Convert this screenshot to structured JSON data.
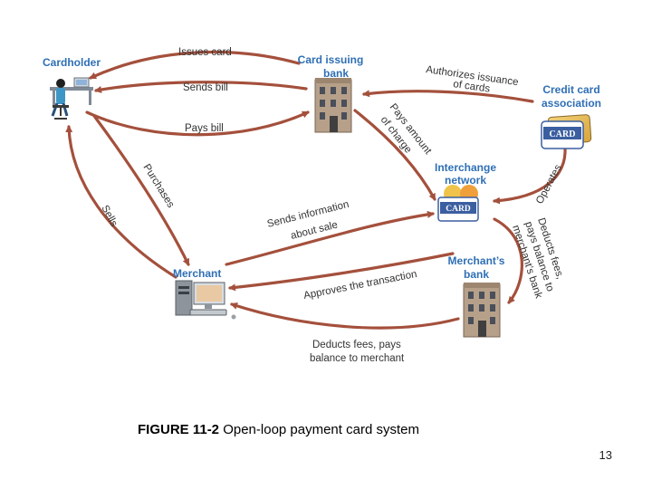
{
  "nodes": {
    "cardholder": "Cardholder",
    "issuing_bank_1": "Card issuing",
    "issuing_bank_2": "bank",
    "association_1": "Credit card",
    "association_2": "association",
    "interchange_1": "Interchange",
    "interchange_2": "network",
    "merchant": "Merchant",
    "merchants_bank_1": "Merchant’s",
    "merchants_bank_2": "bank"
  },
  "edges": {
    "issues_card": "Issues card",
    "sends_bill": "Sends bill",
    "pays_bill": "Pays bill",
    "authorizes_1": "Authorizes issuance",
    "authorizes_2": "of cards",
    "pays_amount_1": "Pays amount",
    "pays_amount_2": "of charge",
    "purchases": "Purchases",
    "sells": "Sells",
    "sends_info_1": "Sends information",
    "sends_info_2": "about sale",
    "operates": "Operates",
    "deducts_pays_1": "Deducts fees,",
    "deducts_pays_2": "pays balance to",
    "deducts_pays_3": "merchant’s bank",
    "approves": "Approves the transaction",
    "deducts_merchant_1": "Deducts fees, pays",
    "deducts_merchant_2": "balance to merchant"
  },
  "card_text": "CARD",
  "caption": {
    "figure": "FIGURE 11-2",
    "text": " Open-loop payment card system"
  },
  "page_number": "13",
  "colors": {
    "arrow": "#a4503c",
    "node_label": "#2f6fb5",
    "card_blue": "#3b5fa0"
  }
}
